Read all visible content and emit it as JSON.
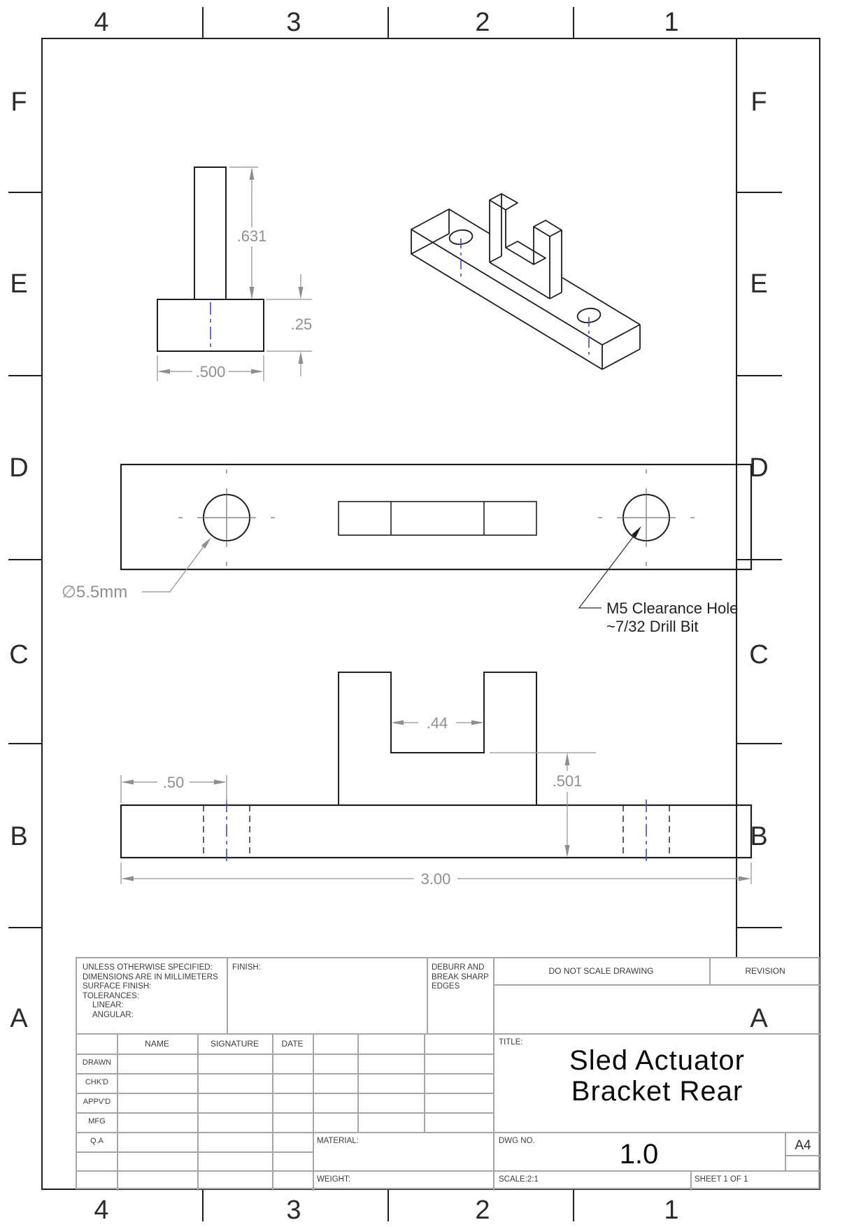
{
  "zones": {
    "columns": [
      "4",
      "3",
      "2",
      "1"
    ],
    "rows": [
      "F",
      "E",
      "D",
      "C",
      "B",
      "A"
    ]
  },
  "dimensions": {
    "stem_height": ".631",
    "base_thickness": ".25",
    "base_width": ".500",
    "hole_offset": ".50",
    "slot_width": ".44",
    "slot_depth": ".501",
    "overall_length": "3.00"
  },
  "callouts": {
    "left_hole": "∅5.5mm",
    "right_hole_line1": "M5 Clearance Hole",
    "right_hole_line2": "~7/32 Drill Bit"
  },
  "title_block": {
    "tolerance_note": [
      "UNLESS OTHERWISE SPECIFIED:",
      "DIMENSIONS ARE IN MILLIMETERS",
      "SURFACE FINISH:",
      "TOLERANCES:",
      "LINEAR:",
      "ANGULAR:"
    ],
    "finish_label": "FINISH:",
    "deburr_note": [
      "DEBURR AND",
      "BREAK SHARP",
      "EDGES"
    ],
    "do_not_scale": "DO NOT SCALE DRAWING",
    "revision_label": "REVISION",
    "name_label": "NAME",
    "signature_label": "SIGNATURE",
    "date_label": "DATE",
    "rows": [
      "DRAWN",
      "CHK'D",
      "APPV'D",
      "MFG",
      "Q.A"
    ],
    "title_label": "TITLE:",
    "title_line1": "Sled Actuator",
    "title_line2": "Bracket Rear",
    "material_label": "MATERIAL:",
    "weight_label": "WEIGHT:",
    "dwg_no_label": "DWG NO.",
    "dwg_no": "1.0",
    "paper_size": "A4",
    "scale_label": "SCALE:2:1",
    "sheet_label": "SHEET 1 OF 1"
  }
}
